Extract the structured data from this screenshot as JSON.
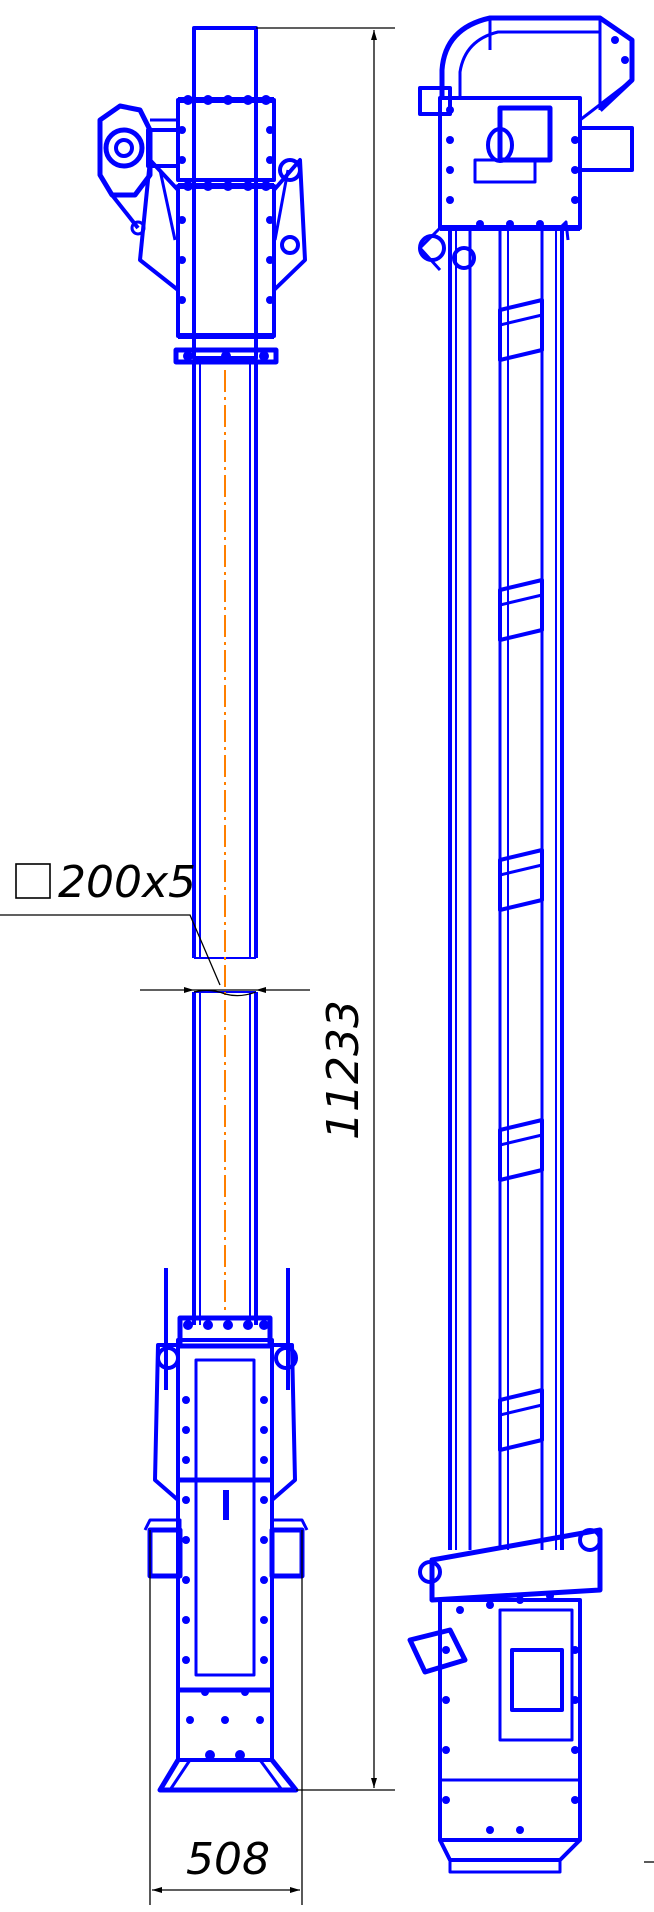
{
  "drawing": {
    "section_label": "200x5",
    "height_dimension": "11233",
    "width_dimension": "508",
    "colors": {
      "outline": "#0000ff",
      "dimension": "#000000",
      "centerline": "#ff7f00"
    }
  }
}
